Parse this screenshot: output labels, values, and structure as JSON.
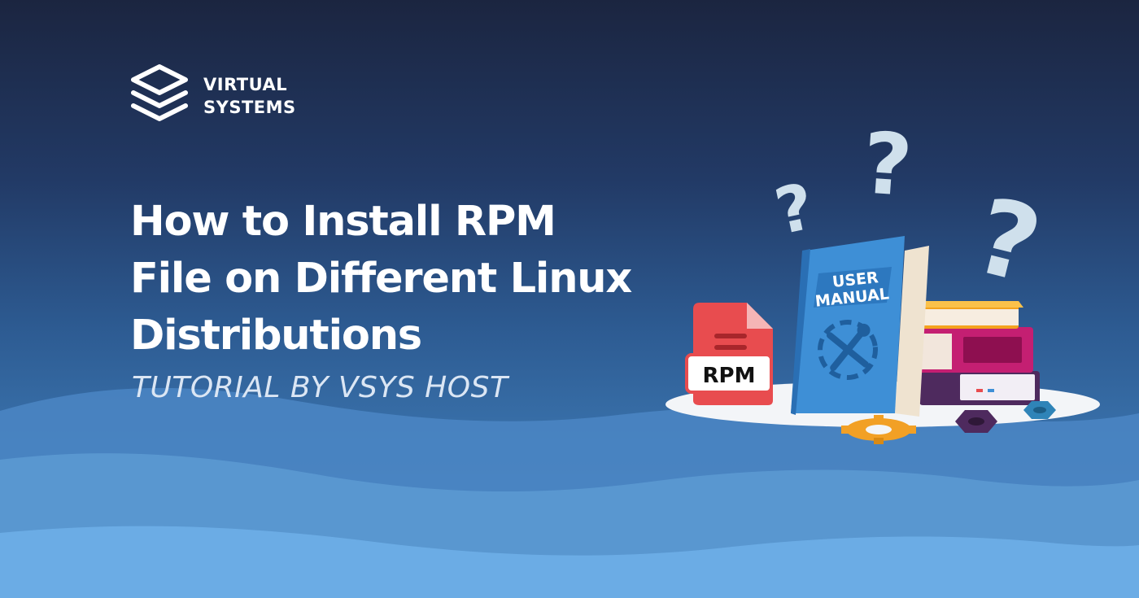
{
  "brand": {
    "logo_icon": "stacked-layers-icon",
    "name_line1": "VIRTUAL",
    "name_line2": "SYSTEMS"
  },
  "hero": {
    "title_line1": "How to Install RPM",
    "title_line2": "File on Different Linux",
    "title_line3": "Distributions",
    "subtitle": "TUTORIAL BY VSYS HOST"
  },
  "illustration": {
    "file_badge": "RPM",
    "manual_line1": "USER",
    "manual_line2": "MANUAL",
    "question_mark": "?",
    "icons": [
      "rpm-file-icon",
      "user-manual-book",
      "book-stack",
      "question-mark-icon",
      "gear-icon",
      "hex-nut-icon",
      "wrench-screwdriver-icon"
    ]
  },
  "colors": {
    "background_top": "#1b2540",
    "background_bottom": "#4a8ac6",
    "text": "#ffffff",
    "file_red": "#e84c4f",
    "manual_blue": "#3e8fd6",
    "book_magenta": "#c41f72",
    "book_orange": "#f4a21d",
    "book_purple": "#4e2a5e",
    "gear_orange": "#f2a025",
    "question_mark": "#cfe0ec"
  }
}
